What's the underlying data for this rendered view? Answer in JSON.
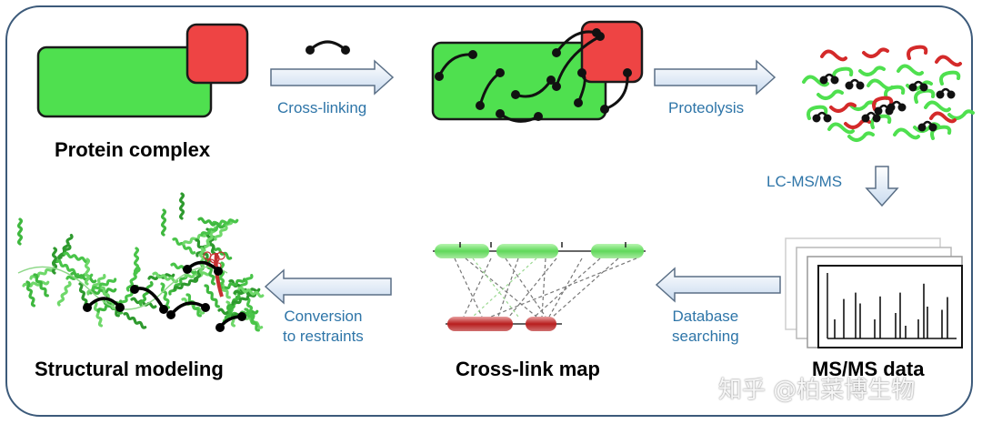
{
  "steps": {
    "protein_complex": "Protein complex",
    "ms_data": "MS/MS data",
    "crosslink_map": "Cross-link map",
    "structural_modeling": "Structural modeling"
  },
  "arrows": {
    "crosslinking": "Cross-linking",
    "proteolysis": "Proteolysis",
    "lcms": "LC-MS/MS",
    "database_line1": "Database",
    "database_line2": "searching",
    "conversion_line1": "Conversion",
    "conversion_line2": "to restraints"
  },
  "watermark": "知乎 @柏菜博生物",
  "colors": {
    "protein_green": "#4fe04f",
    "protein_red": "#ee4444",
    "label_blue": "#2e75a8",
    "arrow_fill": "#dde8f4",
    "arrow_stroke": "#5a6f86",
    "frame": "#3c5a7a"
  }
}
